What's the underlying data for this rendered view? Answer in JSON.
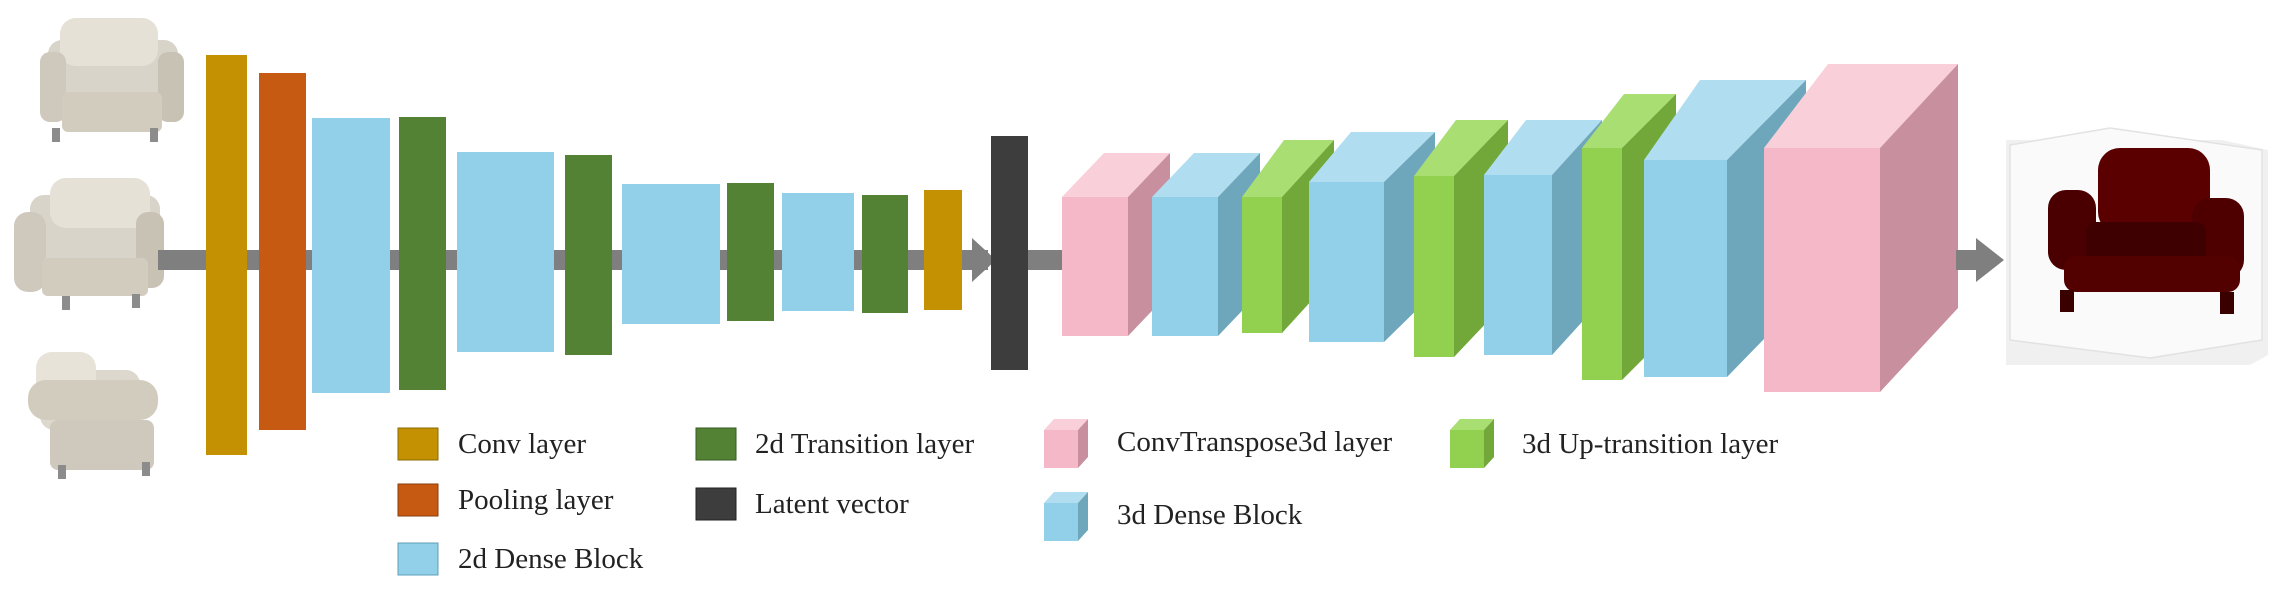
{
  "colors": {
    "conv": "#C49102",
    "pool": "#C75A12",
    "dense2d": "#92CFE8",
    "transition2d": "#538234",
    "latent": "#3D3D3D",
    "convtranspose3d": "#F5B8C8",
    "dense3d": "#92CFE8",
    "uptransition3d": "#92D050",
    "arrow": "#7F7F7F",
    "output_chair": "#5A0000"
  },
  "legend": {
    "conv": "Conv layer",
    "pool": "Pooling layer",
    "dense2d": "2d Dense Block",
    "transition2d": "2d Transition layer",
    "latent": "Latent vector",
    "convtranspose3d": "ConvTranspose3d layer",
    "dense3d": "3d Dense Block",
    "uptransition3d": "3d Up-transition layer"
  },
  "inputs": [
    "armchair-view-1",
    "armchair-view-2",
    "armchair-view-3"
  ],
  "output": "voxel-armchair-render"
}
